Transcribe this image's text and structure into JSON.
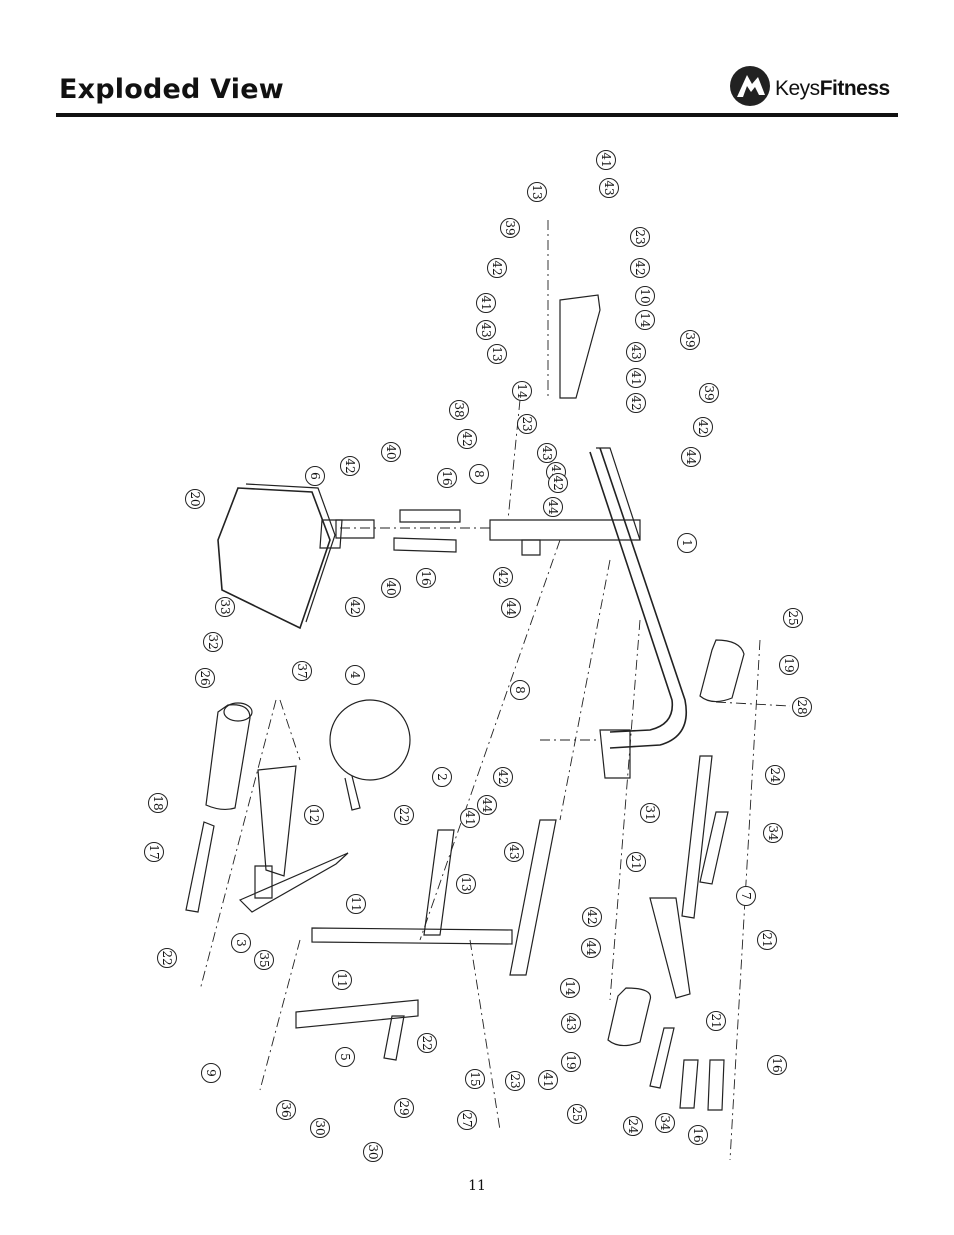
{
  "header": {
    "title": "Exploded View",
    "brand": {
      "prefix": "Keys",
      "suffix": "Fitness"
    }
  },
  "footer": {
    "page_number": "11"
  },
  "diagram": {
    "callouts": [
      {
        "n": "41"
      },
      {
        "n": "43"
      },
      {
        "n": "13"
      },
      {
        "n": "39"
      },
      {
        "n": "23"
      },
      {
        "n": "42"
      },
      {
        "n": "42"
      },
      {
        "n": "10"
      },
      {
        "n": "41"
      },
      {
        "n": "14"
      },
      {
        "n": "43"
      },
      {
        "n": "13"
      },
      {
        "n": "43"
      },
      {
        "n": "41"
      },
      {
        "n": "39"
      },
      {
        "n": "39"
      },
      {
        "n": "42"
      },
      {
        "n": "38"
      },
      {
        "n": "14"
      },
      {
        "n": "23"
      },
      {
        "n": "42"
      },
      {
        "n": "42"
      },
      {
        "n": "43"
      },
      {
        "n": "41"
      },
      {
        "n": "8"
      },
      {
        "n": "42"
      },
      {
        "n": "44"
      },
      {
        "n": "44"
      },
      {
        "n": "40"
      },
      {
        "n": "6"
      },
      {
        "n": "42"
      },
      {
        "n": "16"
      },
      {
        "n": "20"
      },
      {
        "n": "1"
      },
      {
        "n": "16"
      },
      {
        "n": "40"
      },
      {
        "n": "42"
      },
      {
        "n": "42"
      },
      {
        "n": "44"
      },
      {
        "n": "25"
      },
      {
        "n": "33"
      },
      {
        "n": "32"
      },
      {
        "n": "37"
      },
      {
        "n": "26"
      },
      {
        "n": "4"
      },
      {
        "n": "19"
      },
      {
        "n": "8"
      },
      {
        "n": "28"
      },
      {
        "n": "18"
      },
      {
        "n": "2"
      },
      {
        "n": "42"
      },
      {
        "n": "24"
      },
      {
        "n": "12"
      },
      {
        "n": "22"
      },
      {
        "n": "44"
      },
      {
        "n": "41"
      },
      {
        "n": "31"
      },
      {
        "n": "34"
      },
      {
        "n": "17"
      },
      {
        "n": "43"
      },
      {
        "n": "21"
      },
      {
        "n": "13"
      },
      {
        "n": "7"
      },
      {
        "n": "11"
      },
      {
        "n": "42"
      },
      {
        "n": "21"
      },
      {
        "n": "22"
      },
      {
        "n": "3"
      },
      {
        "n": "35"
      },
      {
        "n": "44"
      },
      {
        "n": "11"
      },
      {
        "n": "14"
      },
      {
        "n": "43"
      },
      {
        "n": "21"
      },
      {
        "n": "19"
      },
      {
        "n": "22"
      },
      {
        "n": "5"
      },
      {
        "n": "15"
      },
      {
        "n": "23"
      },
      {
        "n": "41"
      },
      {
        "n": "16"
      },
      {
        "n": "9"
      },
      {
        "n": "36"
      },
      {
        "n": "29"
      },
      {
        "n": "27"
      },
      {
        "n": "25"
      },
      {
        "n": "24"
      },
      {
        "n": "34"
      },
      {
        "n": "16"
      },
      {
        "n": "30"
      },
      {
        "n": "30"
      }
    ]
  }
}
